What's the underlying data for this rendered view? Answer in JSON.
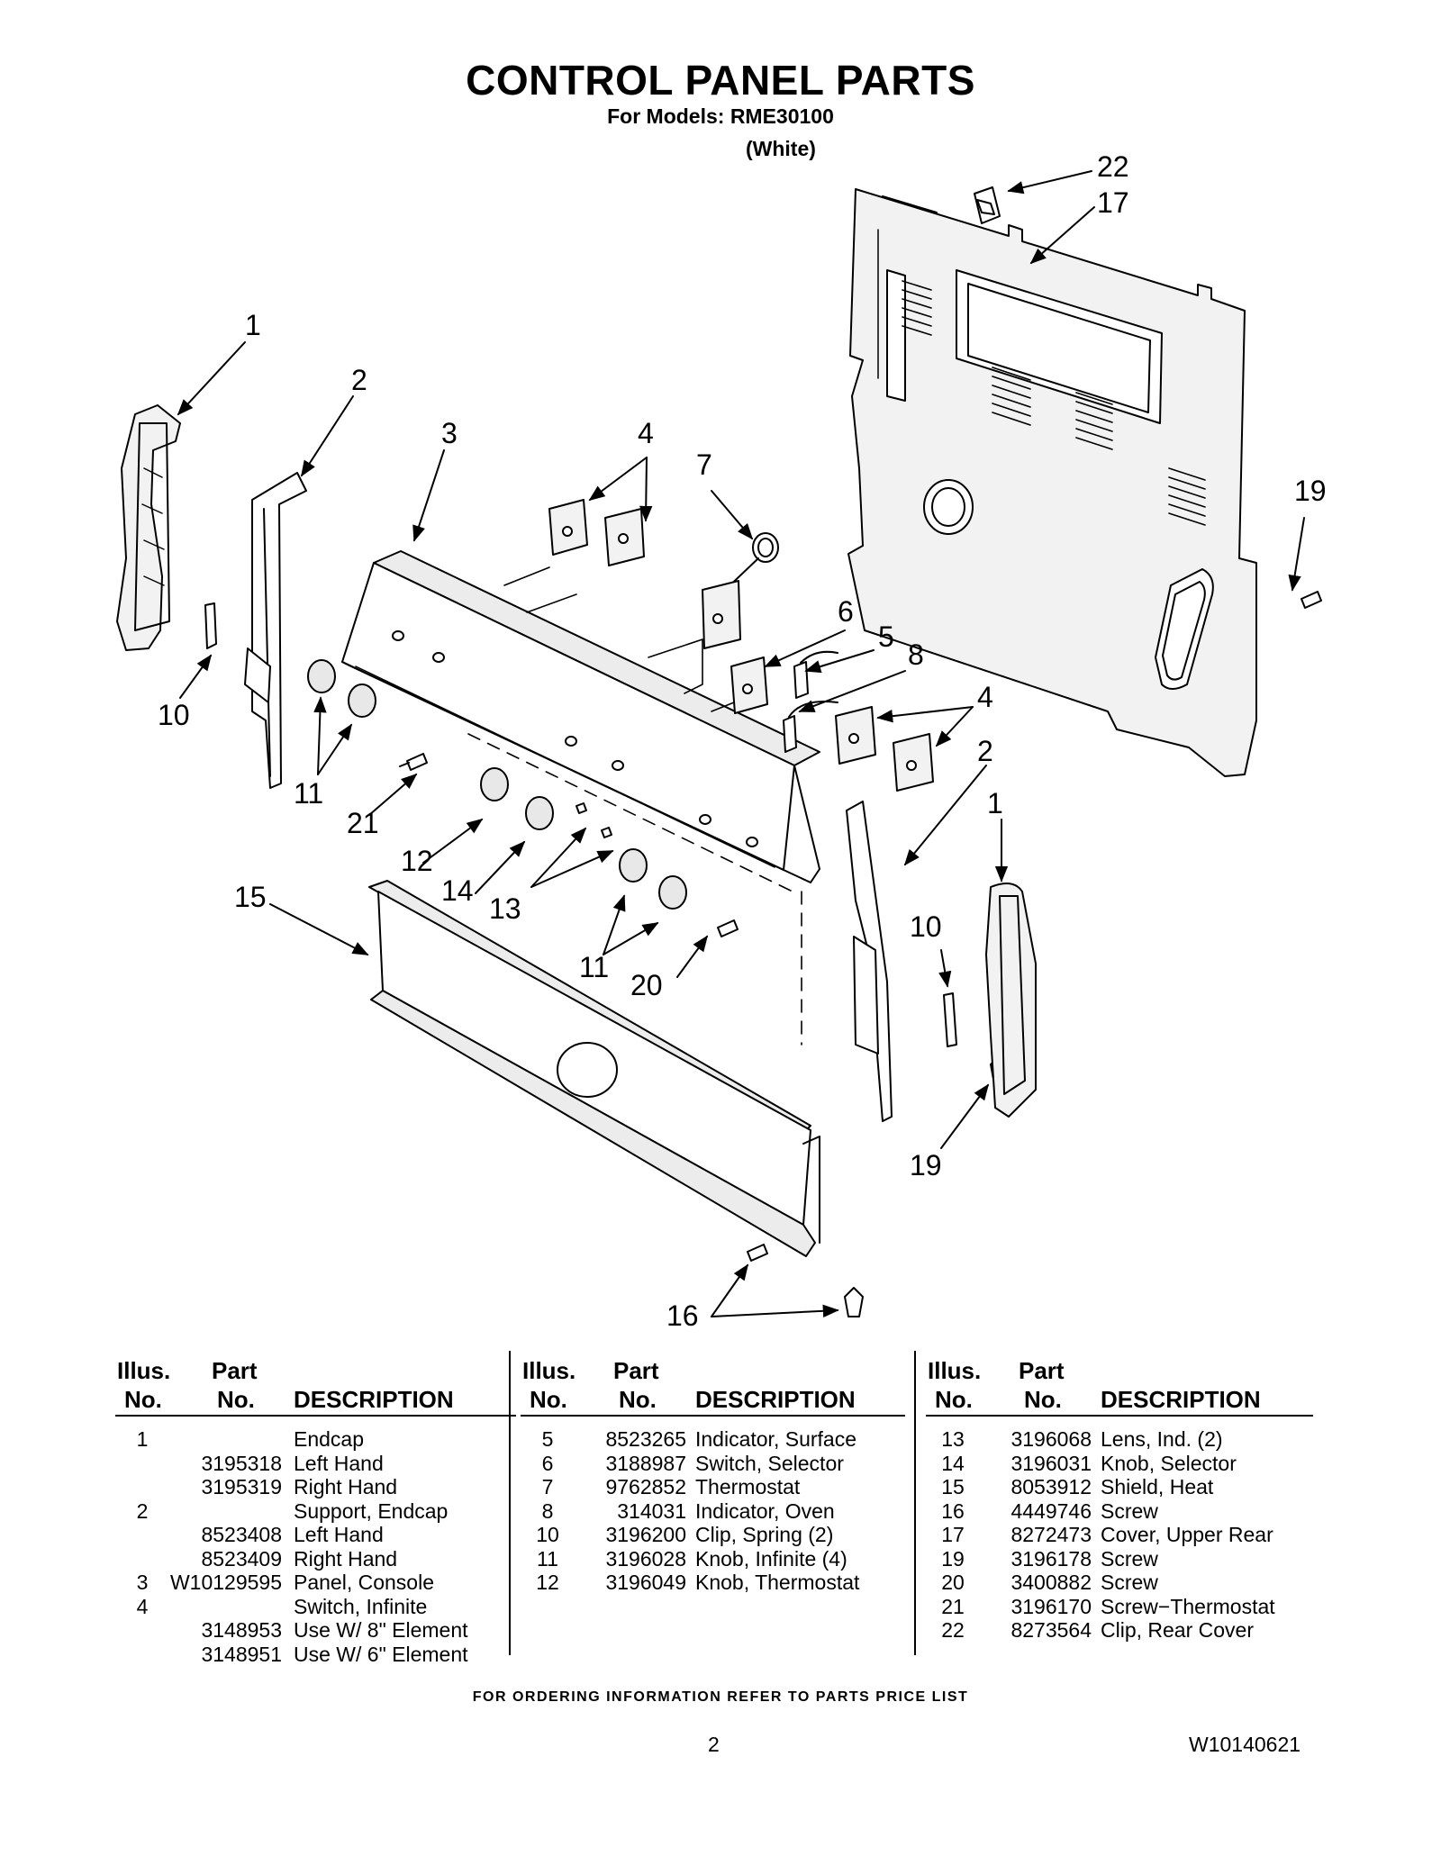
{
  "header": {
    "title": "CONTROL PANEL PARTS",
    "models": "For Models: RME30100",
    "color": "(White)"
  },
  "callouts": [
    {
      "id": "c22",
      "text": "22"
    },
    {
      "id": "c17",
      "text": "17"
    },
    {
      "id": "c1a",
      "text": "1"
    },
    {
      "id": "c2a",
      "text": "2"
    },
    {
      "id": "c3",
      "text": "3"
    },
    {
      "id": "c4a",
      "text": "4"
    },
    {
      "id": "c7",
      "text": "7"
    },
    {
      "id": "c19a",
      "text": "19"
    },
    {
      "id": "c6",
      "text": "6"
    },
    {
      "id": "c5",
      "text": "5"
    },
    {
      "id": "c8",
      "text": "8"
    },
    {
      "id": "c4b",
      "text": "4"
    },
    {
      "id": "c2b",
      "text": "2"
    },
    {
      "id": "c1b",
      "text": "1"
    },
    {
      "id": "c10a",
      "text": "10"
    },
    {
      "id": "c11a",
      "text": "11"
    },
    {
      "id": "c21",
      "text": "21"
    },
    {
      "id": "c12",
      "text": "12"
    },
    {
      "id": "c14",
      "text": "14"
    },
    {
      "id": "c13",
      "text": "13"
    },
    {
      "id": "c15",
      "text": "15"
    },
    {
      "id": "c11b",
      "text": "11"
    },
    {
      "id": "c20",
      "text": "20"
    },
    {
      "id": "c10b",
      "text": "10"
    },
    {
      "id": "c19b",
      "text": "19"
    },
    {
      "id": "c16",
      "text": "16"
    }
  ],
  "table": {
    "headers": {
      "illus_top": "Illus.",
      "illus_bottom": "No.",
      "part_top": "Part",
      "part_bottom": "No.",
      "description": "DESCRIPTION"
    },
    "columns": [
      [
        {
          "no": "1",
          "part": "",
          "desc": "Endcap"
        },
        {
          "no": "",
          "part": "3195318",
          "desc": "Left Hand"
        },
        {
          "no": "",
          "part": "3195319",
          "desc": "Right Hand"
        },
        {
          "no": "2",
          "part": "",
          "desc": "Support, Endcap"
        },
        {
          "no": "",
          "part": "8523408",
          "desc": "Left Hand"
        },
        {
          "no": "",
          "part": "8523409",
          "desc": "Right Hand"
        },
        {
          "no": "3",
          "part": "W10129595",
          "desc": "Panel, Console"
        },
        {
          "no": "4",
          "part": "",
          "desc": "Switch, Infinite"
        },
        {
          "no": "",
          "part": "3148953",
          "desc": "Use W/ 8\" Element"
        },
        {
          "no": "",
          "part": "3148951",
          "desc": "Use W/ 6\" Element"
        }
      ],
      [
        {
          "no": "5",
          "part": "8523265",
          "desc": "Indicator, Surface"
        },
        {
          "no": "6",
          "part": "3188987",
          "desc": "Switch, Selector"
        },
        {
          "no": "7",
          "part": "9762852",
          "desc": "Thermostat"
        },
        {
          "no": "8",
          "part": "314031",
          "desc": "Indicator, Oven"
        },
        {
          "no": "10",
          "part": "3196200",
          "desc": "Clip, Spring (2)"
        },
        {
          "no": "11",
          "part": "3196028",
          "desc": "Knob, Infinite (4)"
        },
        {
          "no": "12",
          "part": "3196049",
          "desc": "Knob, Thermostat"
        }
      ],
      [
        {
          "no": "13",
          "part": "3196068",
          "desc": "Lens, Ind. (2)"
        },
        {
          "no": "14",
          "part": "3196031",
          "desc": "Knob, Selector"
        },
        {
          "no": "15",
          "part": "8053912",
          "desc": "Shield, Heat"
        },
        {
          "no": "16",
          "part": "4449746",
          "desc": "Screw"
        },
        {
          "no": "17",
          "part": "8272473",
          "desc": "Cover, Upper Rear"
        },
        {
          "no": "19",
          "part": "3196178",
          "desc": "Screw"
        },
        {
          "no": "20",
          "part": "3400882",
          "desc": "Screw"
        },
        {
          "no": "21",
          "part": "3196170",
          "desc": "Screw−Thermostat"
        },
        {
          "no": "22",
          "part": "8273564",
          "desc": "Clip, Rear Cover"
        }
      ]
    ]
  },
  "footer": {
    "note": "FOR ORDERING INFORMATION REFER TO PARTS PRICE LIST",
    "page": "2",
    "doc_number": "W10140621"
  }
}
